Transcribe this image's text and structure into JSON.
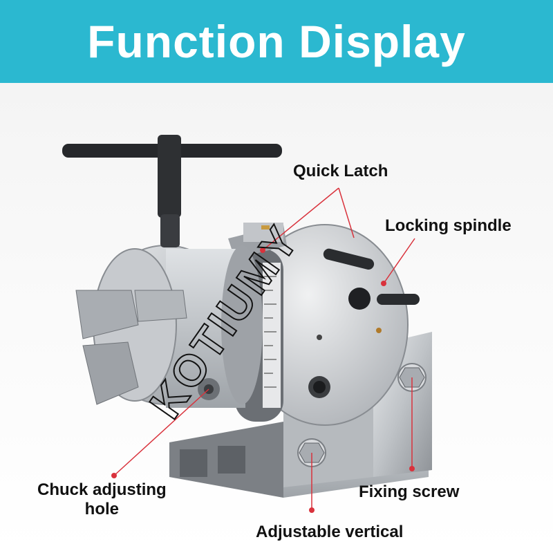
{
  "header": {
    "title": "Function Display",
    "accent": "#2bb8d0"
  },
  "watermark": "KOTIUMY",
  "callouts": {
    "quick_latch": "Quick Latch",
    "locking_spindle": "Locking spindle",
    "chuck_adjusting_line1": "Chuck adjusting",
    "chuck_adjusting_line2": "hole",
    "fixing_screw": "Fixing screw",
    "adjustable_vertical": "Adjustable vertical"
  },
  "colors": {
    "leader": "#d9323c",
    "metal": "#c9ccd0",
    "dark": "#1e1f22"
  },
  "dial_scale": "graduated degree scale"
}
